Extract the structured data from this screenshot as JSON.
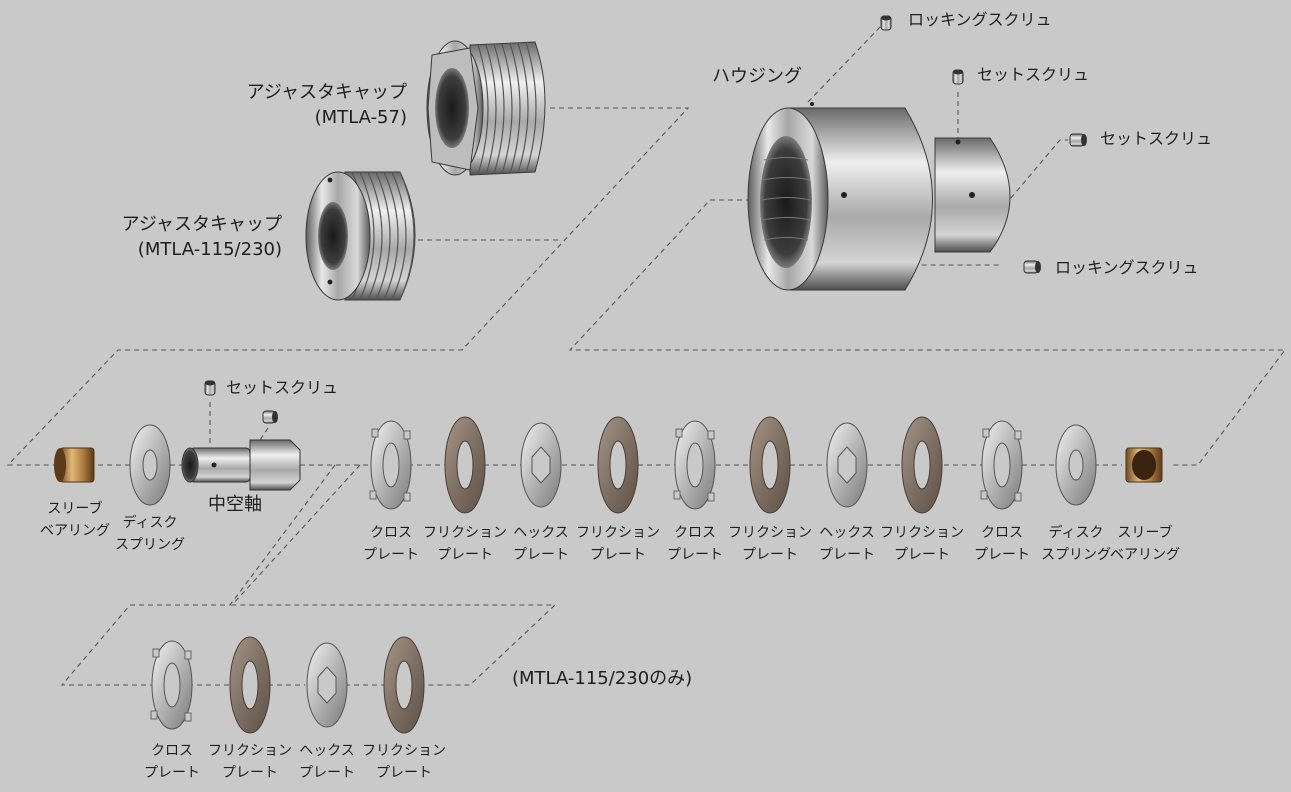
{
  "colors": {
    "background": "#c9c9c9",
    "steel": "#9a9a9a",
    "friction": "#8a7b6f",
    "bronze": "#b98a4e",
    "leader_line": "#555555",
    "text": "#1e1e1e"
  },
  "top": {
    "adjuster_cap_57": {
      "line1": "アジャスタキャップ",
      "line2": "(MTLA-57)"
    },
    "adjuster_cap_115": {
      "line1": "アジャスタキャップ",
      "line2": "(MTLA-115/230)"
    },
    "housing": "ハウジング",
    "locking_screw_top": "ロッキングスクリュ",
    "set_screw_1": "セットスクリュ",
    "set_screw_2": "セットスクリュ",
    "locking_screw_bottom": "ロッキングスクリュ"
  },
  "middle": {
    "set_screw": "セットスクリュ",
    "hollow_shaft": "中空軸",
    "parts": [
      {
        "line1": "スリーブ",
        "line2": "ベアリング"
      },
      {
        "line1": "ディスク",
        "line2": "スプリング"
      },
      {
        "line1": "クロス",
        "line2": "プレート"
      },
      {
        "line1": "フリクション",
        "line2": "プレート"
      },
      {
        "line1": "ヘックス",
        "line2": "プレート"
      },
      {
        "line1": "フリクション",
        "line2": "プレート"
      },
      {
        "line1": "クロス",
        "line2": "プレート"
      },
      {
        "line1": "フリクション",
        "line2": "プレート"
      },
      {
        "line1": "ヘックス",
        "line2": "プレート"
      },
      {
        "line1": "フリクション",
        "line2": "プレート"
      },
      {
        "line1": "クロス",
        "line2": "プレート"
      },
      {
        "line1": "ディスク",
        "line2": "スプリング"
      },
      {
        "line1": "スリーブ",
        "line2": "ベアリング"
      }
    ]
  },
  "bottom": {
    "note": "(MTLA-115/230のみ)",
    "parts": [
      {
        "line1": "クロス",
        "line2": "プレート"
      },
      {
        "line1": "フリクション",
        "line2": "プレート"
      },
      {
        "line1": "ヘックス",
        "line2": "プレート"
      },
      {
        "line1": "フリクション",
        "line2": "プレート"
      }
    ]
  }
}
